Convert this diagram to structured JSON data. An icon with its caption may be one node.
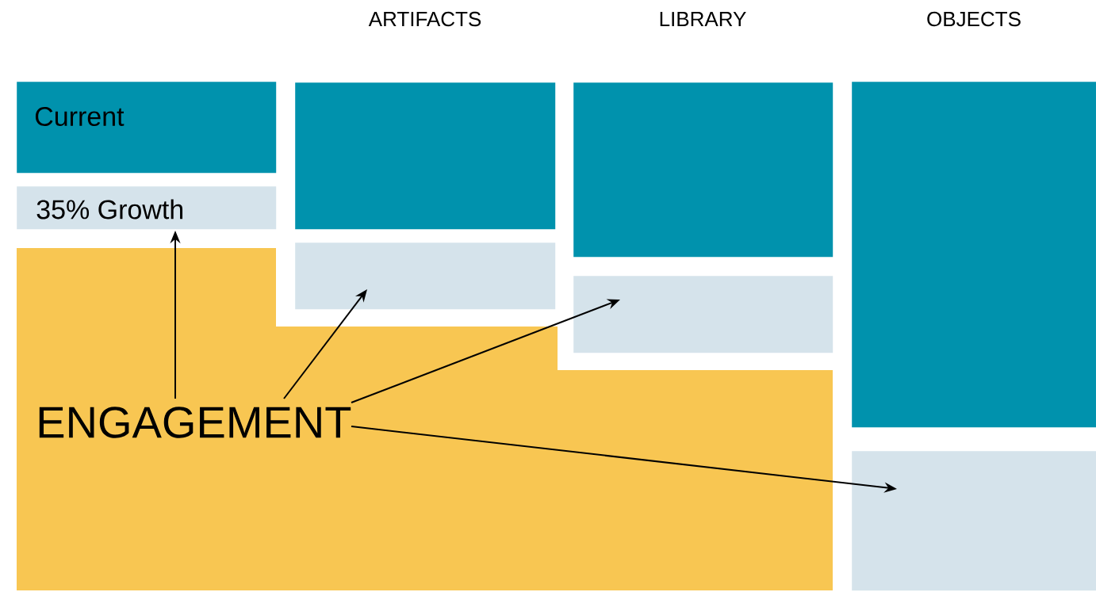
{
  "diagram": {
    "nodes": [
      {
        "text": [
          "Current"
        ]
      },
      {
        "text": [
          "35% Growth"
        ]
      },
      {
        "text": [
          "ENGAGEMENT"
        ]
      },
      {
        "text": [
          "ARTIFACTS"
        ]
      },
      {
        "text": [],
        "shape": "box"
      },
      {
        "text": [
          "LIBRARY"
        ]
      },
      {
        "text": [],
        "shape": "box"
      },
      {
        "text": [
          "OBJECTS"
        ]
      },
      {
        "text": [],
        "shape": "box"
      }
    ],
    "edges": [
      {
        "from": 2,
        "to": 1,
        "arrow": "to"
      },
      {
        "from": 2,
        "to": 4,
        "arrow": "to"
      },
      {
        "from": 2,
        "to": 6,
        "arrow": "to"
      },
      {
        "from": 2,
        "to": 8,
        "arrow": "to"
      }
    ]
  }
}
